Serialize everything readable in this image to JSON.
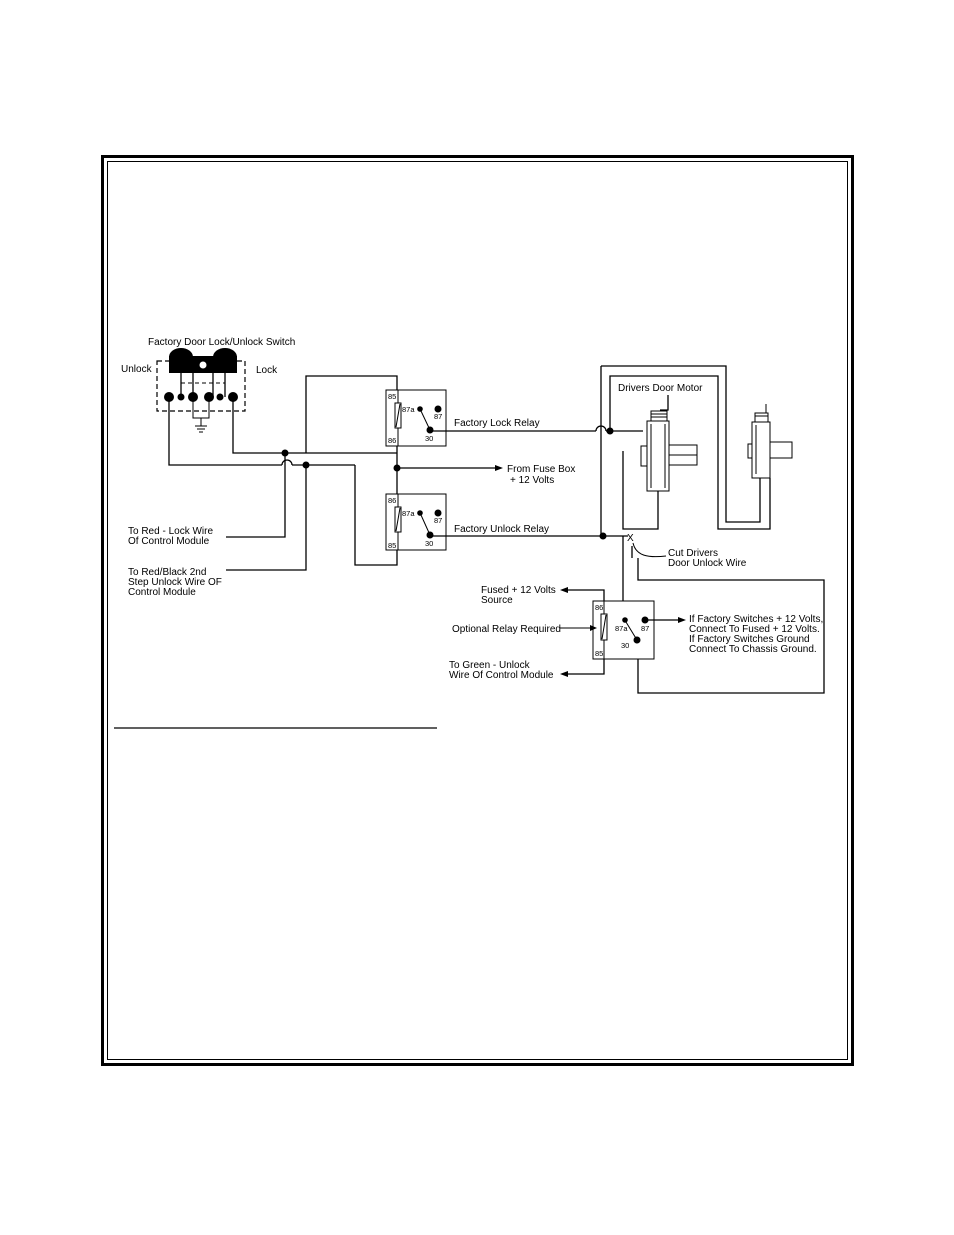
{
  "diagram": {
    "switch": {
      "title": "Factory Door Lock/Unlock Switch",
      "unlock_label": "Unlock",
      "lock_label": "Lock"
    },
    "lock_relay": {
      "label": "Factory Lock Relay",
      "pins": {
        "p85": "85",
        "p86": "86",
        "p87a": "87a",
        "p87": "87",
        "p30": "30"
      }
    },
    "unlock_relay": {
      "label": "Factory Unlock Relay",
      "pins": {
        "p86": "86",
        "p85": "85",
        "p87a": "87a",
        "p87": "87",
        "p30": "30"
      }
    },
    "optional_relay": {
      "label": "Optional Relay Required",
      "pins": {
        "p86": "86",
        "p85": "85",
        "p87a": "87a",
        "p87": "87",
        "p30": "30"
      }
    },
    "fuse_box": {
      "line1": "From Fuse Box",
      "line2": "+ 12 Volts"
    },
    "red_lock": {
      "line1": "To Red - Lock Wire",
      "line2": "Of Control Module"
    },
    "red_black": {
      "line1": "To Red/Black 2nd",
      "line2": "Step Unlock Wire OF",
      "line3": "Control Module"
    },
    "motor": {
      "label": "Drivers Door Motor"
    },
    "cut_wire": {
      "marker": "X",
      "line1": "Cut Drivers",
      "line2": "Door Unlock Wire"
    },
    "fused_source": {
      "line1": "Fused + 12 Volts",
      "line2": "Source"
    },
    "green_unlock": {
      "line1": "To Green - Unlock",
      "line2": "Wire Of Control Module"
    },
    "factory_note": {
      "line1": "If Factory Switches + 12 Volts,",
      "line2": "Connect To Fused + 12 Volts.",
      "line3": "If Factory Switches Ground",
      "line4": "Connect To Chassis Ground."
    }
  }
}
